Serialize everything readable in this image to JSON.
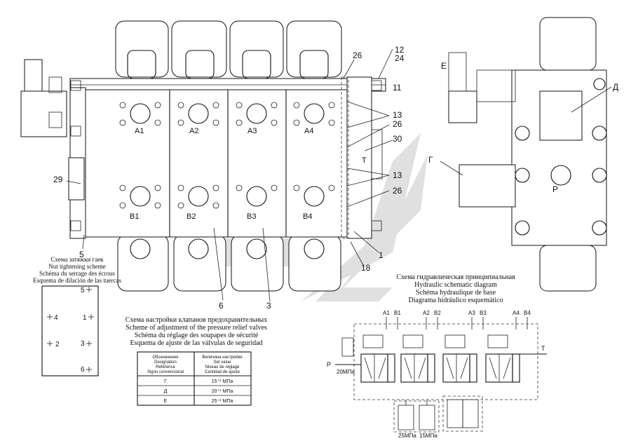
{
  "front_view": {
    "port_labels_top": [
      "A1",
      "A2",
      "A3",
      "A4"
    ],
    "port_labels_bottom": [
      "B1",
      "B2",
      "B3",
      "B4"
    ],
    "port_T": "T",
    "callouts": [
      "12",
      "24",
      "26",
      "11",
      "13",
      "26",
      "30",
      "13",
      "26",
      "1",
      "29",
      "5",
      "6",
      "3",
      "18"
    ]
  },
  "side_view": {
    "labels": [
      "E",
      "Д",
      "Г",
      "P"
    ]
  },
  "nut_scheme": {
    "captions": [
      "Схема затяжки гаек",
      "Nut tightening scheme",
      "Schéma du serrage des écrous",
      "Esquema de dilación de las tuercas"
    ],
    "numbers": [
      "5",
      "4",
      "1",
      "2",
      "3",
      "6"
    ]
  },
  "relief_scheme": {
    "captions": [
      "Схема настройки клапанов предохранительных",
      "Scheme of adjustment of the pressure relief valves",
      "Schéma du réglage des soupapes de sécurité",
      "Esquema de ajuste de las válvulas de seguridad"
    ],
    "table": {
      "headers": [
        [
          "Обозначение",
          "Designation",
          "Référence",
          "Signo convencional"
        ],
        [
          "Величина настройки",
          "Set value",
          "Niveau de réglage",
          "Cantidad de ajuste"
        ]
      ],
      "rows": [
        [
          "Г",
          "15⁺¹ МПа"
        ],
        [
          "Д",
          "20⁺¹ МПа"
        ],
        [
          "Е",
          "25⁺¹ МПа"
        ]
      ]
    }
  },
  "hydraulic": {
    "captions": [
      "Схема гидравлическая принципиальная",
      "Hydraulic schematic diagram",
      "Schéma hydraulique de base",
      "Diagrama hidráulico esquemático"
    ],
    "ports": [
      "A1",
      "B1",
      "A2",
      "B2",
      "A3",
      "B3",
      "A4",
      "B4"
    ],
    "P": "P",
    "T": "T",
    "pressures": [
      "20МПа",
      "25МПа",
      "15МПа"
    ]
  }
}
